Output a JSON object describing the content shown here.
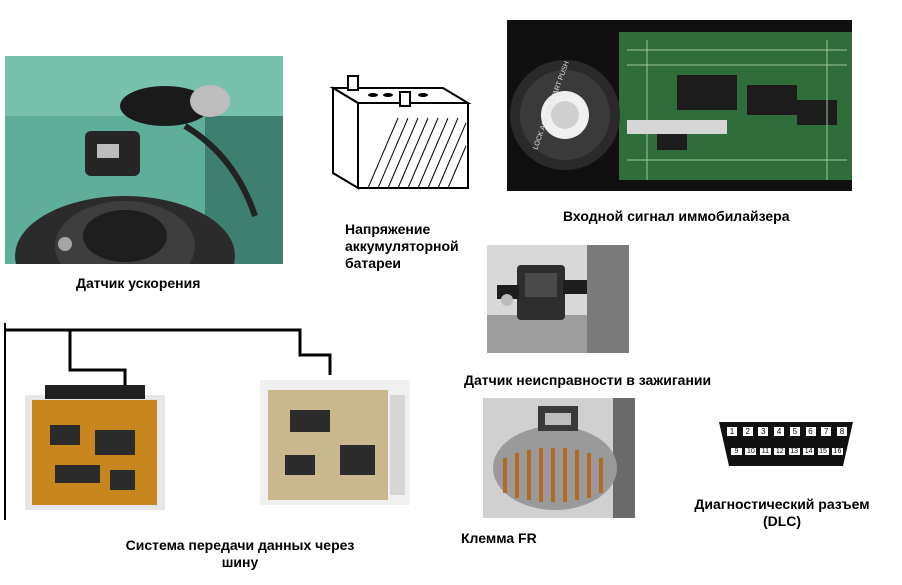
{
  "captions": {
    "acceleration_sensor": "Датчик ускорения",
    "battery_voltage": [
      "Напряжение",
      "аккумуляторной",
      "батареи"
    ],
    "immobilizer_signal": "Входной сигнал иммобилайзера",
    "misfire_sensor": "Датчик неисправности в зажигании",
    "fr_terminal": "Клемма FR",
    "dlc": [
      "Диагностический разъем",
      "(DLC)"
    ],
    "bus_system": [
      "Система передачи данных через",
      "шину"
    ]
  },
  "ignition_ring_text": "LOCK ACC ON START PUSH",
  "dlc_pins": {
    "top": [
      "1",
      "2",
      "3",
      "4",
      "5",
      "6",
      "7",
      "8"
    ],
    "bottom": [
      "9",
      "10",
      "11",
      "12",
      "13",
      "14",
      "15",
      "16"
    ]
  },
  "colors": {
    "engine_bay": "#5fae9a",
    "pcb_green": "#2f6e3a",
    "ecu_orange": "#c8861f",
    "ecu_tan": "#c9b88e"
  }
}
